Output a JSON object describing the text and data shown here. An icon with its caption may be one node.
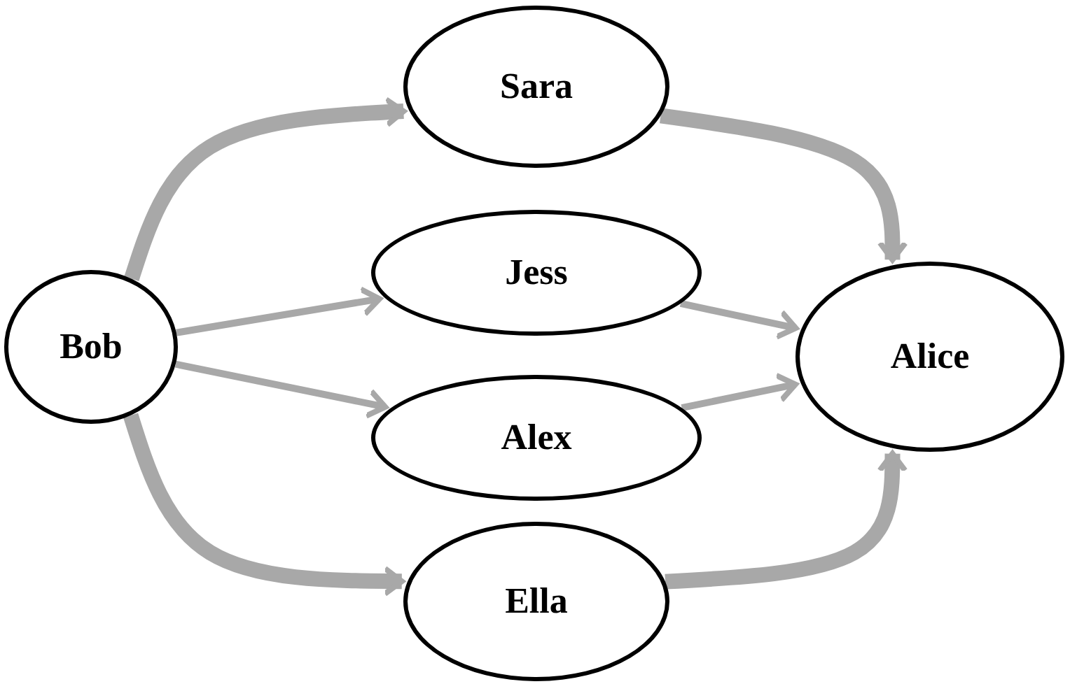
{
  "diagram": {
    "nodes": [
      {
        "text": [
          "Bob"
        ]
      },
      {
        "text": [
          "Sara"
        ]
      },
      {
        "text": [
          "Jess"
        ]
      },
      {
        "text": [
          "Alex"
        ]
      },
      {
        "text": [
          "Ella"
        ]
      },
      {
        "text": [
          "Alice"
        ]
      }
    ],
    "edges": [
      {
        "from": 0,
        "to": 1,
        "arrow": "to",
        "style": "thick"
      },
      {
        "from": 0,
        "to": 2,
        "arrow": "to"
      },
      {
        "from": 0,
        "to": 3,
        "arrow": "to"
      },
      {
        "from": 0,
        "to": 4,
        "arrow": "to",
        "style": "thick"
      },
      {
        "from": 1,
        "to": 5,
        "arrow": "to",
        "style": "thick"
      },
      {
        "from": 2,
        "to": 5,
        "arrow": "to"
      },
      {
        "from": 3,
        "to": 5,
        "arrow": "to"
      },
      {
        "from": 4,
        "to": 5,
        "arrow": "to",
        "style": "thick"
      }
    ]
  }
}
